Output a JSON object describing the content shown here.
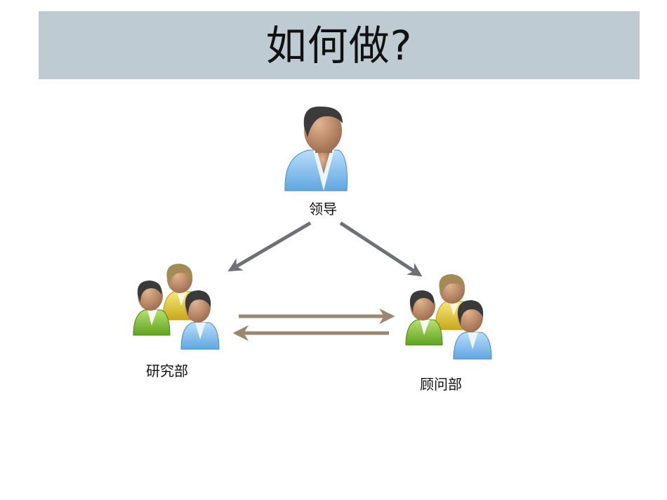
{
  "slide": {
    "title": "如何做?"
  },
  "nodes": {
    "leader": {
      "label": "领导",
      "icon": "single-person-icon"
    },
    "research": {
      "label": "研究部",
      "icon": "group-people-icon"
    },
    "consulting": {
      "label": "顾问部",
      "icon": "group-people-icon"
    }
  },
  "colors": {
    "title_bar": "#bfcbd3",
    "arrow_gray": "#6e7076",
    "arrow_brown": "#9b8670",
    "shirt_blue": "#8cc2ec",
    "shirt_green": "#8cc63f",
    "shirt_yellow": "#e8d23a"
  }
}
